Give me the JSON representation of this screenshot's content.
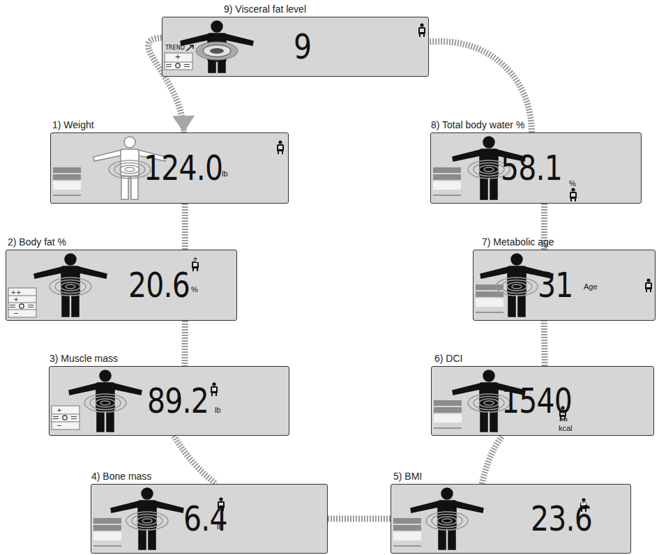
{
  "diagram": {
    "nodes": [
      {
        "text": [
          "1) Weight",
          "124.0",
          "lb"
        ]
      },
      {
        "text": [
          "2) Body fat %",
          "20.6",
          "%"
        ]
      },
      {
        "text": [
          "3) Muscle mass",
          "89.2",
          "lb"
        ]
      },
      {
        "text": [
          "4) Bone mass",
          "6.4",
          "lb"
        ]
      },
      {
        "text": [
          "5) BMI",
          "23.6"
        ]
      },
      {
        "text": [
          "6) DCI",
          "1540",
          "kcal"
        ]
      },
      {
        "text": [
          "7) Metabolic age",
          "31",
          "Age"
        ]
      },
      {
        "text": [
          "8) Total body water %",
          "58.1",
          "%"
        ]
      },
      {
        "text": [
          "9) Visceral fat level",
          "9"
        ]
      }
    ],
    "edges": [
      {
        "from": 0,
        "to": 1,
        "arrow": "none"
      },
      {
        "from": 1,
        "to": 2,
        "arrow": "none"
      },
      {
        "from": 2,
        "to": 3,
        "arrow": "none"
      },
      {
        "from": 3,
        "to": 4,
        "arrow": "none"
      },
      {
        "from": 4,
        "to": 5,
        "arrow": "none"
      },
      {
        "from": 5,
        "to": 6,
        "arrow": "none"
      },
      {
        "from": 6,
        "to": 7,
        "arrow": "none"
      },
      {
        "from": 7,
        "to": 8,
        "arrow": "none"
      },
      {
        "from": 8,
        "to": 0,
        "arrow": "to"
      }
    ],
    "labels": [
      "TREND",
      "+",
      "%",
      "++",
      "+",
      "−",
      "+",
      "−",
      "BMI",
      "DCI"
    ]
  }
}
